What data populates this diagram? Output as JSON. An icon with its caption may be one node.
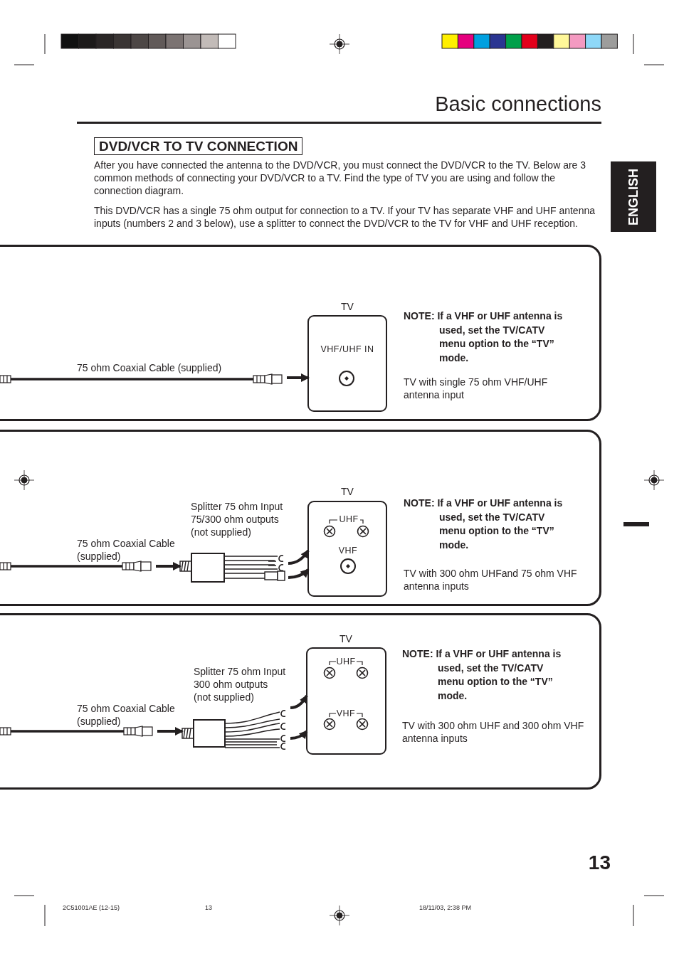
{
  "diagram": {
    "title": "Basic connections",
    "nodes": [
      {
        "text": [
          "NOTE: If a VHF or UHF antenna is used, set the TV/CATV menu option to the “TV” mode.",
          "TV with single 75 ohm VHF/UHF antenna input"
        ]
      },
      {
        "text": [
          "TV",
          "VHF/UHF IN"
        ],
        "in": 0
      },
      {
        "text": [
          "75 ohm Coaxial Cable (supplied)"
        ],
        "in": 0
      },
      {
        "text": [
          "NOTE: If a VHF or UHF antenna is used, set the TV/CATV menu option to the “TV” mode.",
          "TV with 300 ohm UHFand 75 ohm VHF antenna inputs"
        ]
      },
      {
        "text": [
          "75 ohm Coaxial Cable (supplied)"
        ],
        "in": 3
      },
      {
        "text": [
          "Splitter 75 ohm Input 75/300 ohm outputs (not supplied)"
        ],
        "in": 3
      },
      {
        "text": [
          "TV",
          "UHF",
          "VHF"
        ],
        "in": 3
      },
      {
        "text": [
          "NOTE: If a VHF or UHF antenna is used, set the TV/CATV menu option to the “TV” mode.",
          "TV with 300 ohm UHF and 300 ohm VHF antenna inputs"
        ]
      },
      {
        "text": [
          "75 ohm Coaxial Cable (supplied)"
        ],
        "in": 7
      },
      {
        "text": [
          "Splitter 75 ohm Input 300 ohm outputs (not supplied)"
        ],
        "in": 7
      },
      {
        "text": [
          "TV",
          "UHF",
          "VHF"
        ],
        "in": 7
      }
    ],
    "edges": [
      {
        "from": 2,
        "to": 1,
        "arrow": "to"
      },
      {
        "from": 4,
        "to": 5,
        "arrow": "to"
      },
      {
        "from": 5,
        "to": 6,
        "arrow": "to"
      },
      {
        "from": 5,
        "to": 6,
        "arrow": "to"
      },
      {
        "from": 8,
        "to": 9,
        "arrow": "to"
      },
      {
        "from": 9,
        "to": 10,
        "arrow": "to"
      },
      {
        "from": 9,
        "to": 10,
        "arrow": "to"
      }
    ],
    "labels": [
      "DVD/VCR TO TV CONNECTION",
      "After you have connected the antenna to the DVD/VCR, you must connect the DVD/VCR to the TV. Below are 3 common methods of connecting your DVD/VCR to a TV. Find the type of TV you are using and follow the connection diagram.",
      "This DVD/VCR has a single 75 ohm output for connection to a TV. If your TV has separate VHF and UHF antenna inputs (numbers 2 and 3 below), use a splitter to connect the DVD/VCR to the TV for VHF and UHF reception.",
      "ENGLISH",
      "13",
      "2C51001AE (12-15)",
      "13",
      "18/11/03, 2:38 PM"
    ]
  }
}
